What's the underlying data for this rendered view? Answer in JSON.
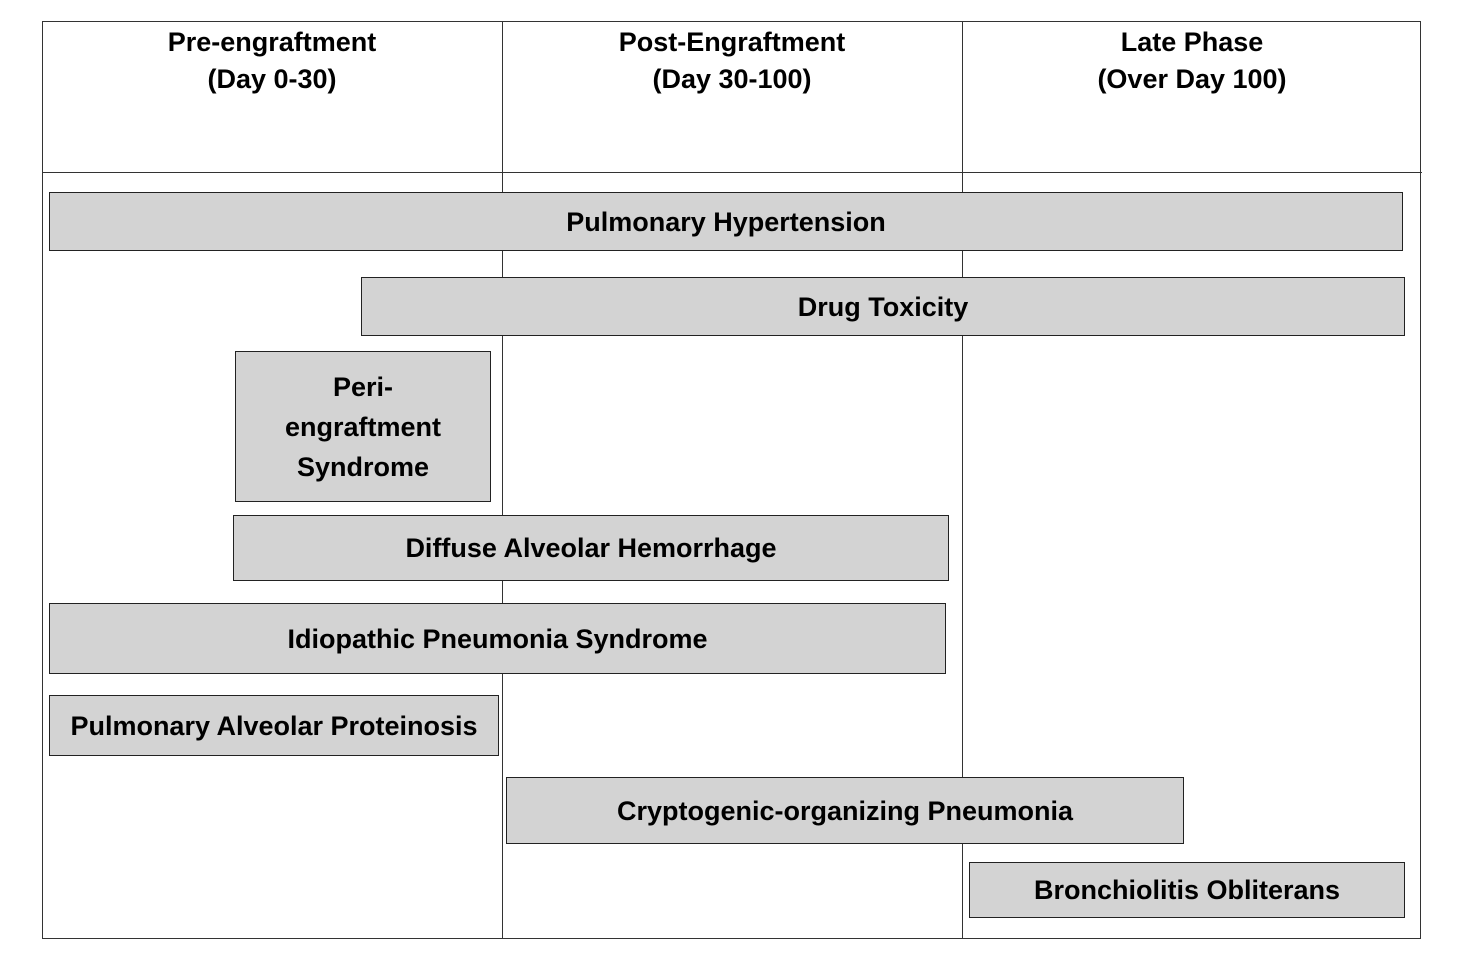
{
  "phases": [
    {
      "title": "Pre-engraftment",
      "subtitle": "(Day 0-30)"
    },
    {
      "title": "Post-Engraftment",
      "subtitle": "(Day 30-100)"
    },
    {
      "title": "Late Phase",
      "subtitle": "(Over Day 100)"
    }
  ],
  "conditions": {
    "pulmonary_hypertension": "Pulmonary Hypertension",
    "drug_toxicity": "Drug Toxicity",
    "peri_engraftment_syndrome": "Peri-engraftment Syndrome",
    "diffuse_alveolar_hemorrhage": "Diffuse Alveolar Hemorrhage",
    "idiopathic_pneumonia_syndrome": "Idiopathic Pneumonia Syndrome",
    "pulmonary_alveolar_proteinosis": "Pulmonary Alveolar Proteinosis",
    "cryptogenic_organizing_pneumonia": "Cryptogenic-organizing Pneumonia",
    "bronchiolitis_obliterans": "Bronchiolitis Obliterans"
  },
  "colors": {
    "bar_fill": "#d3d3d3",
    "border": "#333333"
  }
}
